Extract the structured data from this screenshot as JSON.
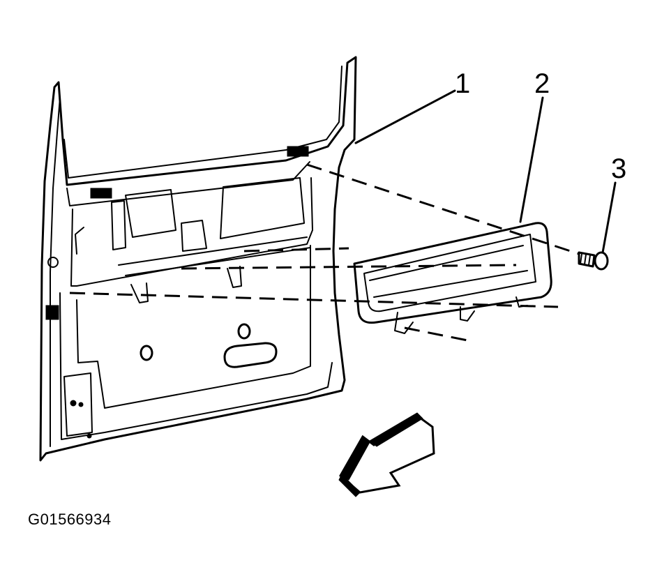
{
  "callouts": [
    {
      "label": "1",
      "part": "door"
    },
    {
      "label": "2",
      "part": "panel"
    },
    {
      "label": "3",
      "part": "screw"
    }
  ],
  "figure_id": "G01566934",
  "colors": {
    "ink": "#000000",
    "background": "#ffffff"
  }
}
